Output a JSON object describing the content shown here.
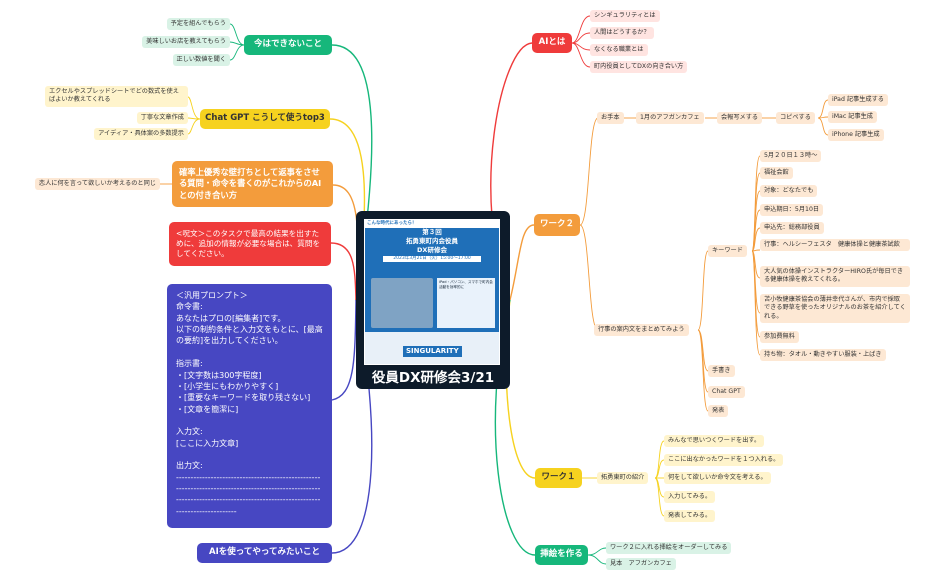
{
  "center": {
    "title": "役員DX研修会3/21",
    "poster": {
      "top_text": "こんな時代にあったら！",
      "heading1": "第３回",
      "heading2": "拓勇東町内会役員",
      "heading3": "DX研修会",
      "date": "2023年3月21日（火）15:00～17:00",
      "body_text": "iPad・パソコン、スマホで町内会活動を効率的に",
      "footer_logo": "SINGULARITY"
    }
  },
  "ai_toha": {
    "label": "AIとは",
    "items": [
      "シンギュラリティとは",
      "人間はどうするか？",
      "なくなる職業とは",
      "町内役員としてDXの向き合い方"
    ]
  },
  "work2": {
    "label": "ワーク２",
    "otehon": "お手本",
    "afghan": "1月のアフガンカフェ",
    "kaigi": "会報写メする",
    "copy": "コピペする",
    "articles": [
      "iPad 記事生成する",
      "iMac 記事生成",
      "iPhone 記事生成"
    ],
    "gyoji": "行事の案内文をまとめてみよう",
    "keyword": "キーワード",
    "keywords": [
      "5月２０日１３時～",
      "福祉会館",
      "対象：どなたでも",
      "申込期日：5月10日",
      "申込先：総務部役員",
      "行事：ヘルシーフェスタ　健康体操と健康茶試飲",
      "大人気の体操インストラクターHIRO氏が毎日できる健康体操を教えてくれる。",
      "苫小牧健康茶協会の薄井幸代さんが、市内で採取できる野草を使ったオリジナルのお茶を紹介してくれる。",
      "参加費無料",
      "持ち物：タオル・動きやすい服装・上ばき"
    ],
    "tools": [
      "手書き",
      "Chat GPT",
      "発表"
    ]
  },
  "work1": {
    "label": "ワーク１",
    "intro": "拓勇東町の紹介",
    "items": [
      "みんなで思いつくワードを出す。",
      "ここに出なかったワードを１つ入れる。",
      "何をして欲しいか命令文を考える。",
      "入力してみる。",
      "発表してみる。"
    ]
  },
  "sashie": {
    "label": "挿絵を作る",
    "items": [
      "ワーク２に入れる挿絵をオーダーしてみる",
      "見本　アフガンカフェ"
    ]
  },
  "imadekinai": {
    "label": "今はできないこと",
    "items": [
      "予定を組んでもらう",
      "美味しいお店を教えてもらう",
      "正しい数値を聞く"
    ]
  },
  "chatgpt": {
    "label": "Chat GPT こうして使うtop3",
    "items": [
      "エクセルやスプレッドシートでどの数式を使えばよいか教えてくれる",
      "丁寧な文章作成",
      "アイディア・具体案の多数提示"
    ]
  },
  "kakuritsu": {
    "label": "確率上優秀な壁打ちとして返事をさせる質問・命令を書くのがこれからのAIとの付き合い方",
    "items": [
      "恋人に何を言って欲しいか考えるのと同じ"
    ]
  },
  "jumon": {
    "text": "<呪文＞このタスクで最高の結果を出すために、追加の情報が必要な場合は、質問をしてください。"
  },
  "prompt": {
    "text": "＜汎用プロンプト＞\n命令書:\nあなたはプロの[編集者]です。\n以下の制約条件と入力文をもとに、[最高の要約]を出力してください。\n\n指示書:\n・[文字数は300字程度]\n・[小学生にもわかりやすく]\n・[重要なキーワードを取り残さない]\n・[文章を簡潔に]\n\n入力文:\n[ここに入力文章]\n\n出力文:\n---------------------------------------------------------------------------------------------------------------------------------------------------------------------------"
  },
  "ai_tsukatte": {
    "label": "AIを使ってやってみたいこと"
  },
  "colors": {
    "red": "#ef3b3b",
    "orange": "#f39c3c",
    "yellow": "#f6d21f",
    "green": "#16b77b",
    "purple": "#4747c2",
    "center": "#0d1b2a"
  }
}
